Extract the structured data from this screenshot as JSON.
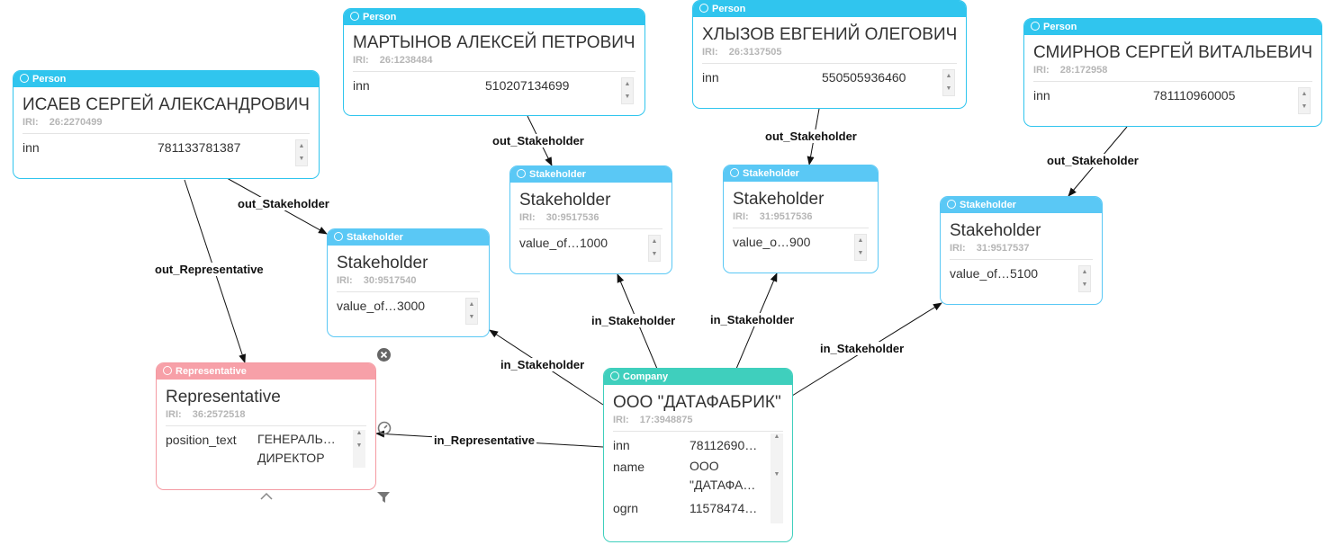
{
  "edges": {
    "e1": "out_Stakeholder",
    "e2": "out_Stakeholder",
    "e3": "out_Stakeholder",
    "e4": "out_Stakeholder",
    "e5": "out_Representative",
    "e6": "in_Stakeholder",
    "e7": "in_Stakeholder",
    "e8": "in_Stakeholder",
    "e9": "in_Stakeholder",
    "e10": "in_Representative"
  },
  "nodes": {
    "isaev": {
      "type": "Person",
      "title": "ИСАЕВ СЕРГЕЙ АЛЕКСАНДРОВИЧ",
      "iri_label": "IRI:",
      "iri": "26:2270499",
      "prop_key": "inn",
      "prop_value": "781133781387"
    },
    "martynov": {
      "type": "Person",
      "title": "МАРТЫНОВ АЛЕКСЕЙ ПЕТРОВИЧ",
      "iri_label": "IRI:",
      "iri": "26:1238484",
      "prop_key": "inn",
      "prop_value": "510207134699"
    },
    "khlyzov": {
      "type": "Person",
      "title": "ХЛЫЗОВ ЕВГЕНИЙ ОЛЕГОВИЧ",
      "iri_label": "IRI:",
      "iri": "26:3137505",
      "prop_key": "inn",
      "prop_value": "550505936460"
    },
    "smirnov": {
      "type": "Person",
      "title": "СМИРНОВ СЕРГЕЙ ВИТАЛЬЕВИЧ",
      "iri_label": "IRI:",
      "iri": "28:172958",
      "prop_key": "inn",
      "prop_value": "781110960005"
    },
    "st_3000": {
      "type": "Stakeholder",
      "title": "Stakeholder",
      "iri_label": "IRI:",
      "iri": "30:9517540",
      "prop_key": "value_of…",
      "prop_value": "3000"
    },
    "st_1000": {
      "type": "Stakeholder",
      "title": "Stakeholder",
      "iri_label": "IRI:",
      "iri": "30:9517536",
      "prop_key": "value_of…",
      "prop_value": "1000"
    },
    "st_900": {
      "type": "Stakeholder",
      "title": "Stakeholder",
      "iri_label": "IRI:",
      "iri": "31:9517536",
      "prop_key": "value_o…",
      "prop_value": "900"
    },
    "st_5100": {
      "type": "Stakeholder",
      "title": "Stakeholder",
      "iri_label": "IRI:",
      "iri": "31:9517537",
      "prop_key": "value_of…",
      "prop_value": "5100"
    },
    "rep": {
      "type": "Representative",
      "title": "Representative",
      "iri_label": "IRI:",
      "iri": "36:2572518",
      "prop_key": "position_text",
      "prop_value_1": "ГЕНЕРАЛЬ…",
      "prop_value_2": "ДИРЕКТОР"
    },
    "company": {
      "type": "Company",
      "title": "ООО \"ДАТАФАБРИК\"",
      "iri_label": "IRI:",
      "iri": "17:3948875",
      "inn_key": "inn",
      "inn_value": "78112690…",
      "name_key": "name",
      "name_value_1": "ООО",
      "name_value_2": "\"ДАТАФА…",
      "ogrn_key": "ogrn",
      "ogrn_value": "11578474…"
    }
  },
  "icons": {
    "close": "✕",
    "settings": "gauge-icon",
    "collapse": "^",
    "filter": "filter-icon"
  },
  "colors": {
    "person": "#30c5ee",
    "stakeholder": "#5ac8f5",
    "representative": "#f7a0a8",
    "company": "#3fcfbd"
  }
}
